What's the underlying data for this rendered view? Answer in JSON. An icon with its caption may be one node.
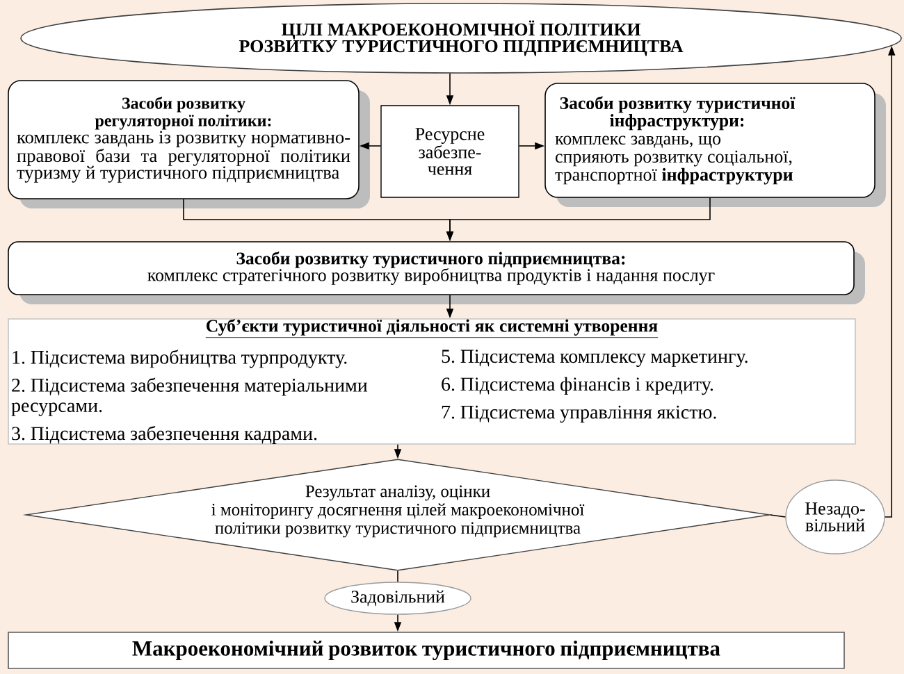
{
  "diagram": {
    "nodes": [
      {
        "text": [
          "ЦІЛІ МАКРОЕКОНОМІЧНОЇ ПОЛІТИКИ РОЗВИТКУ ТУРИСТИЧНОГО ПІДПРИЄМНИЦТВА"
        ]
      },
      {
        "text": [
          "Засоби розвитку регуляторної політики:",
          "комплекс завдань із розвитку нормативно-правової бази та регуляторної політики туризму й туристичного підприємництва"
        ]
      },
      {
        "text": [
          "Ресурсне забезпе-чення"
        ]
      },
      {
        "text": [
          "Засоби розвитку туристичної інфраструктури:",
          "комплекс завдань, що сприяють розвитку соціальної, транспортної **інфраструктури**"
        ]
      },
      {
        "text": [
          "Засоби розвитку туристичного підприємництва:",
          "комплекс стратегічного розвитку виробництва продуктів і надання послуг"
        ]
      },
      {
        "text": [
          "Суб’єкти туристичної діяльності як системні утворення",
          "1. Підсистема виробництва турпродукту.",
          "2. Підсистема забезпечення матеріальними ресурсами.",
          "3. Підсистема забезпечення кадрами.",
          "5. Підсистема комплексу маркетингу.",
          "6. Підсистема фінансів і кредиту.",
          "7. Підсистема управління якістю."
        ]
      },
      {
        "text": [
          "Результат аналізу, оцінки і моніторингу досягнення цілей макроекономічної політики розвитку туристичного підприємництва"
        ]
      },
      {
        "text": [
          "Незадо-вільний"
        ]
      },
      {
        "text": [
          "Задовільний"
        ]
      },
      {
        "text": [
          "Макроекономічний розвиток туристичного підприємництва"
        ]
      }
    ],
    "edges": [
      {
        "from": 0,
        "to": 2,
        "arrow": "to"
      },
      {
        "from": 2,
        "to": 1,
        "arrow": "to"
      },
      {
        "from": 2,
        "to": 3,
        "arrow": "to"
      },
      {
        "from": 1,
        "to": 4,
        "arrow": "to"
      },
      {
        "from": 3,
        "to": 4,
        "arrow": "to"
      },
      {
        "from": 4,
        "to": 5,
        "arrow": "to"
      },
      {
        "from": 5,
        "to": 6,
        "arrow": "to"
      },
      {
        "from": 6,
        "to": 7,
        "arrow": "none"
      },
      {
        "from": 7,
        "to": 0,
        "arrow": "to"
      },
      {
        "from": 6,
        "to": 8,
        "arrow": "none"
      },
      {
        "from": 8,
        "to": 9,
        "arrow": "to"
      }
    ]
  }
}
